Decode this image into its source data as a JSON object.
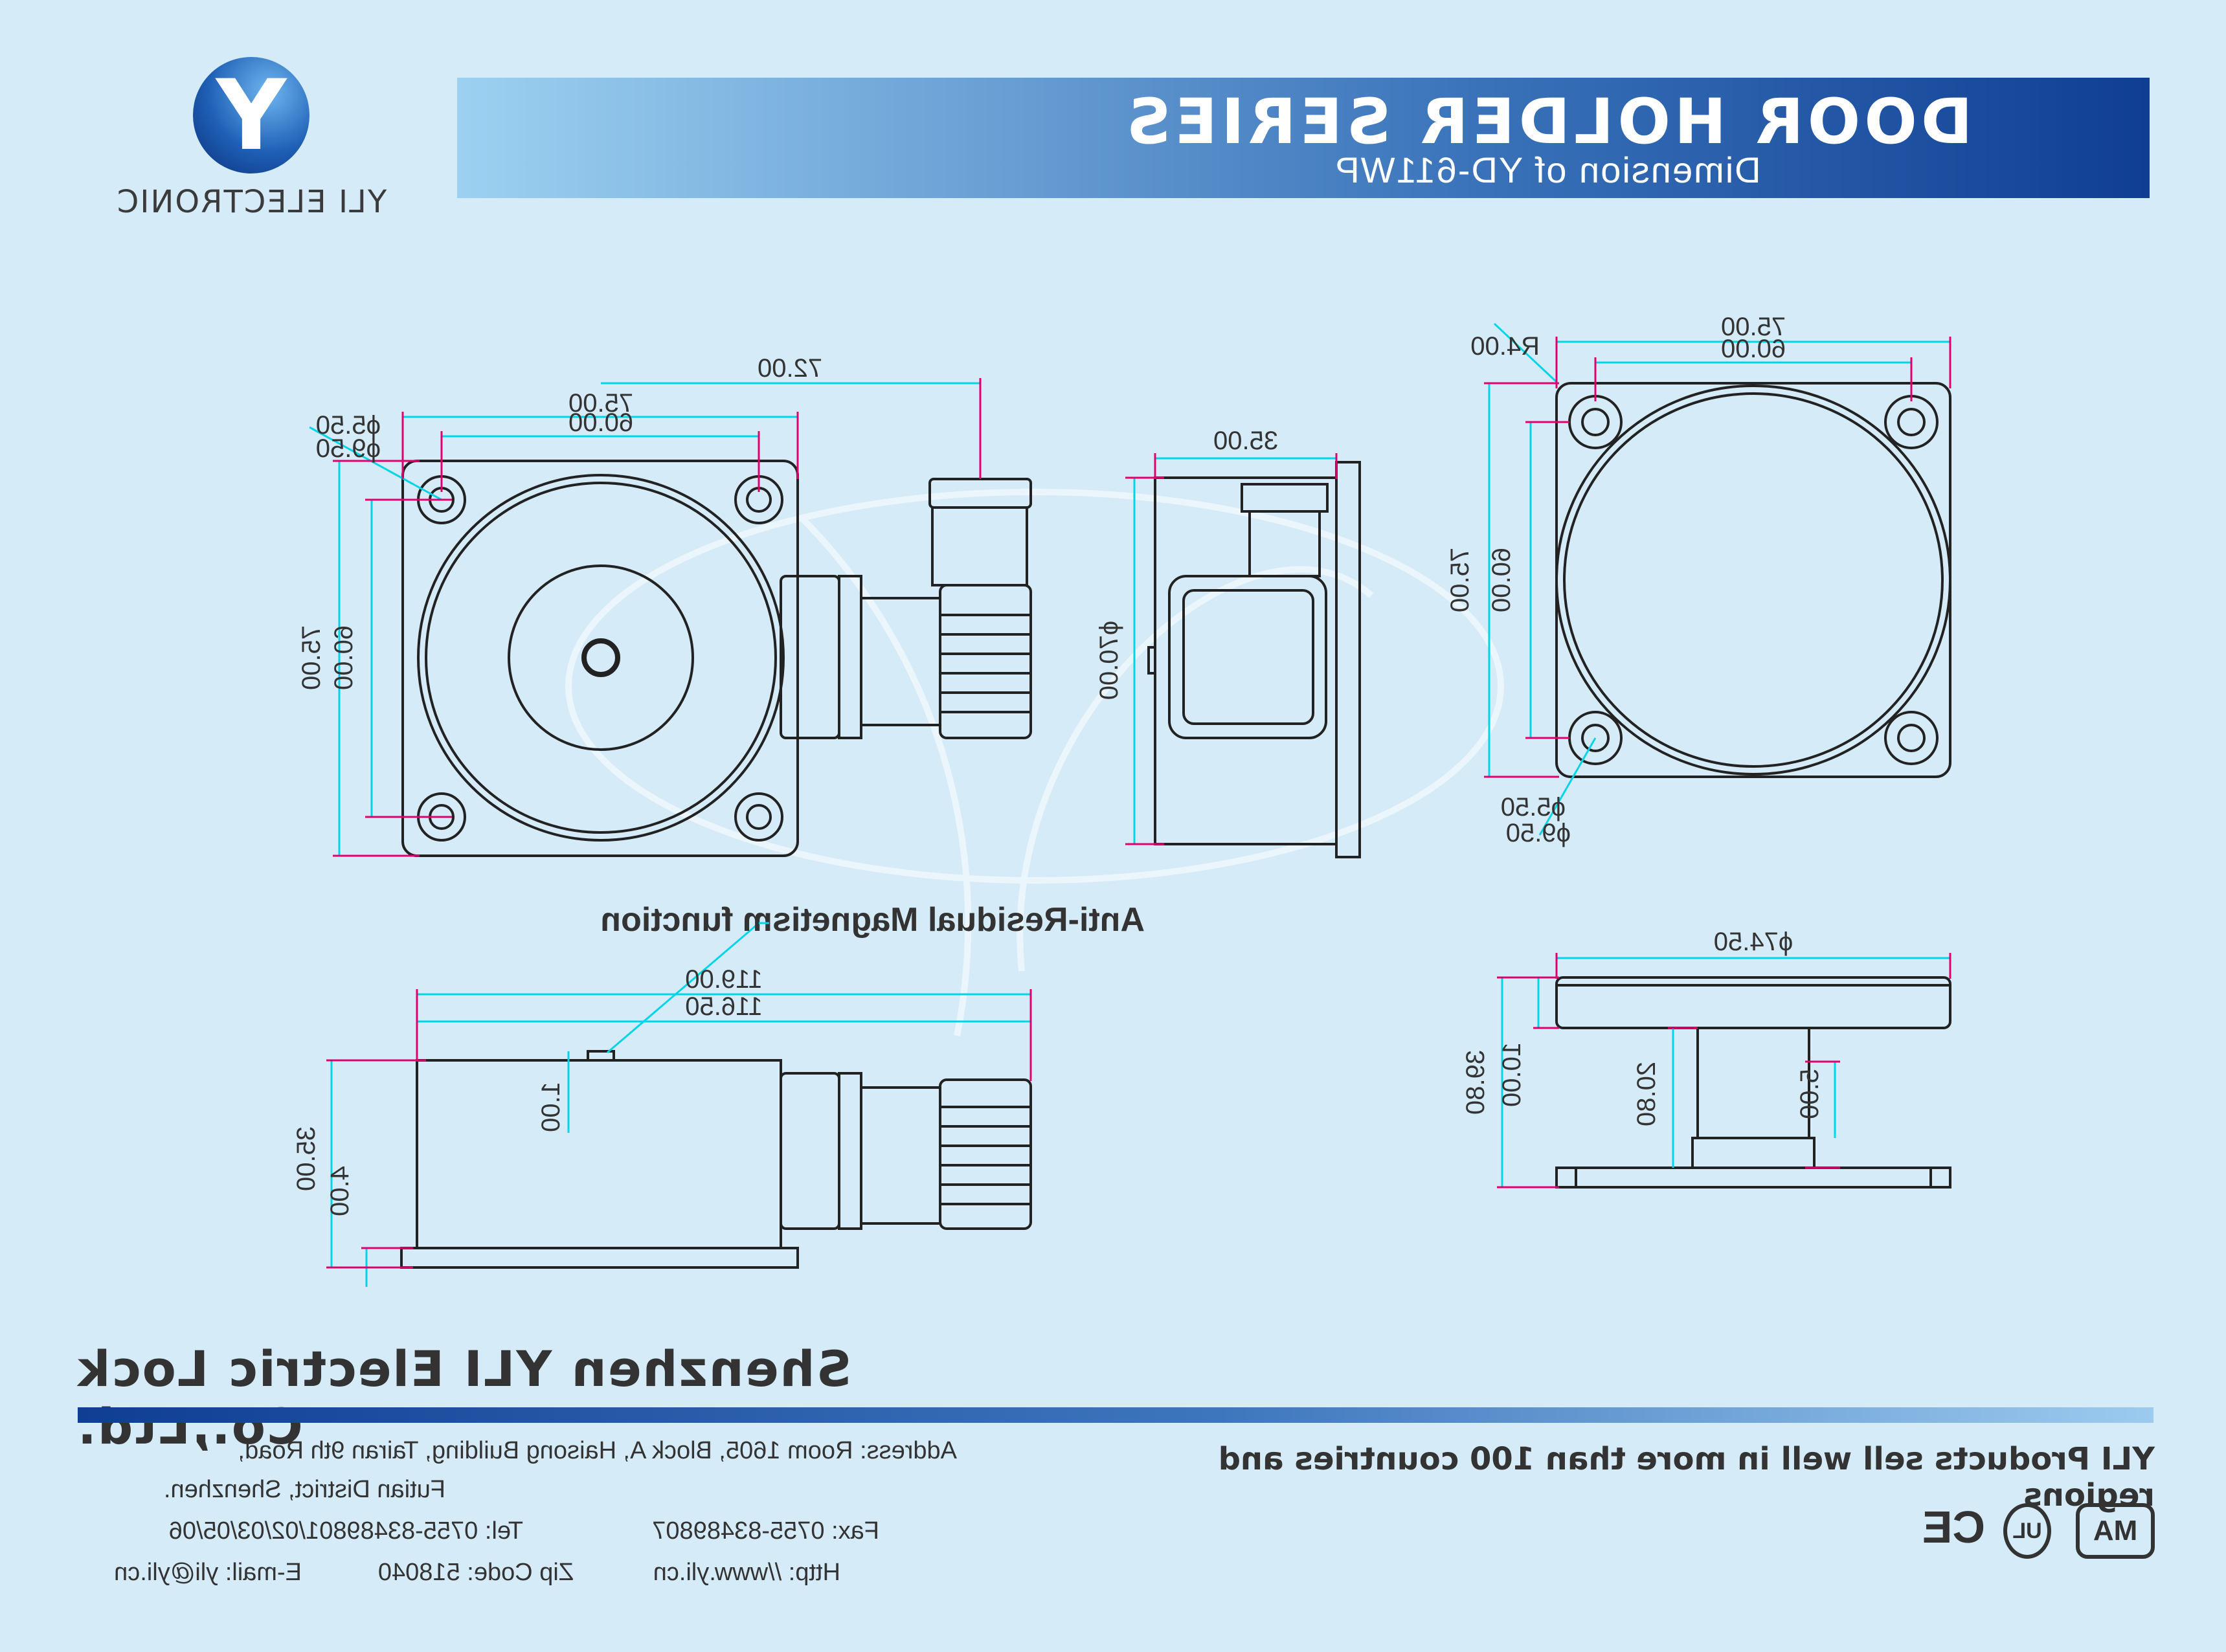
{
  "header": {
    "title": "DOOR HOLDER SERIES",
    "subtitle": "Dimension of YD-611WP"
  },
  "logo": {
    "letter": "Y",
    "brand": "YLI ELECTRONIC"
  },
  "dimensions": {
    "front_width": "75.00",
    "front_hole_span": "60.00",
    "front_radius": "R4.00",
    "front_height": "75.00",
    "front_hole_span_v": "60.00",
    "front_hole_dia_a": "ϕ5.50",
    "front_hole_dia_b": "ϕ9.50",
    "side_depth": "35.00",
    "side_dia": "ϕ70.00",
    "right_offset": "72.00",
    "right_width": "75.00",
    "right_hole_span": "60.00",
    "right_hole_dia_a": "ϕ5.50",
    "right_hole_dia_b": "ϕ9.50",
    "right_hole_span_v": "60.00",
    "right_height": "75.00",
    "plate_dia": "ϕ74.50",
    "plate_thick": "5.00",
    "plate_stem": "20.80",
    "plate_total_a": "10.00",
    "plate_total_b": "39.80",
    "bottom_len_a": "119.00",
    "bottom_len_b": "116.50",
    "bottom_pin": "1.00",
    "bottom_height": "35.00",
    "bottom_flange": "4.00"
  },
  "annotation": "Anti-Residual Magnetism function",
  "footer": {
    "company": "Shenzhen YLI Electric Lock Co.,Ltd.",
    "slogan": "YLI Products sell well in more than 100 countries and regions",
    "address_1": "Address: Room 1605, Block A, Haisong Building, Tairan 9th Road,",
    "address_2": "Futian District, Shenzhen.",
    "tel": "Tel: 0755-83489801/02/03/05/06",
    "fax": "Fax: 0755-83489807",
    "email": "E-mail: yli@yli.cn",
    "zip": "Zip Code: 518040",
    "http": "Http: //www.yli.cn",
    "certs": [
      "CE",
      "UL",
      "MA"
    ]
  },
  "colors": {
    "banner_dark": "#0f3e93",
    "banner_light": "#9dd1f1",
    "dimension_line": "#00d5e8",
    "extension_line": "#e0006e",
    "outline": "#222222",
    "background": "#d6ebf8"
  }
}
